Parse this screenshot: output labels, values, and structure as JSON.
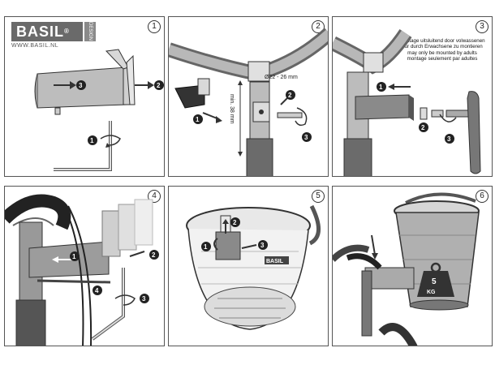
{
  "logo": {
    "brand": "BASIL",
    "reg_mark": "®",
    "tagline": "DESIGN",
    "url": "WWW.BASIL.NL"
  },
  "panels": [
    {
      "number": "1"
    },
    {
      "number": "2",
      "dimension_label": "Ø22 - 26 mm",
      "length_label": "min. 38 mm"
    },
    {
      "number": "3",
      "warning_lines": [
        "montage uitsluitend door volwassenen",
        "nur durch Erwachsene zu montieren",
        "may only be mounted by adults",
        "montage seulement par adultes"
      ]
    },
    {
      "number": "4"
    },
    {
      "number": "5",
      "brand_on_basket": "BASIL"
    },
    {
      "number": "6",
      "weight_value": "5",
      "weight_unit": "KG"
    }
  ],
  "callouts": [
    "1",
    "2",
    "3",
    "4"
  ]
}
